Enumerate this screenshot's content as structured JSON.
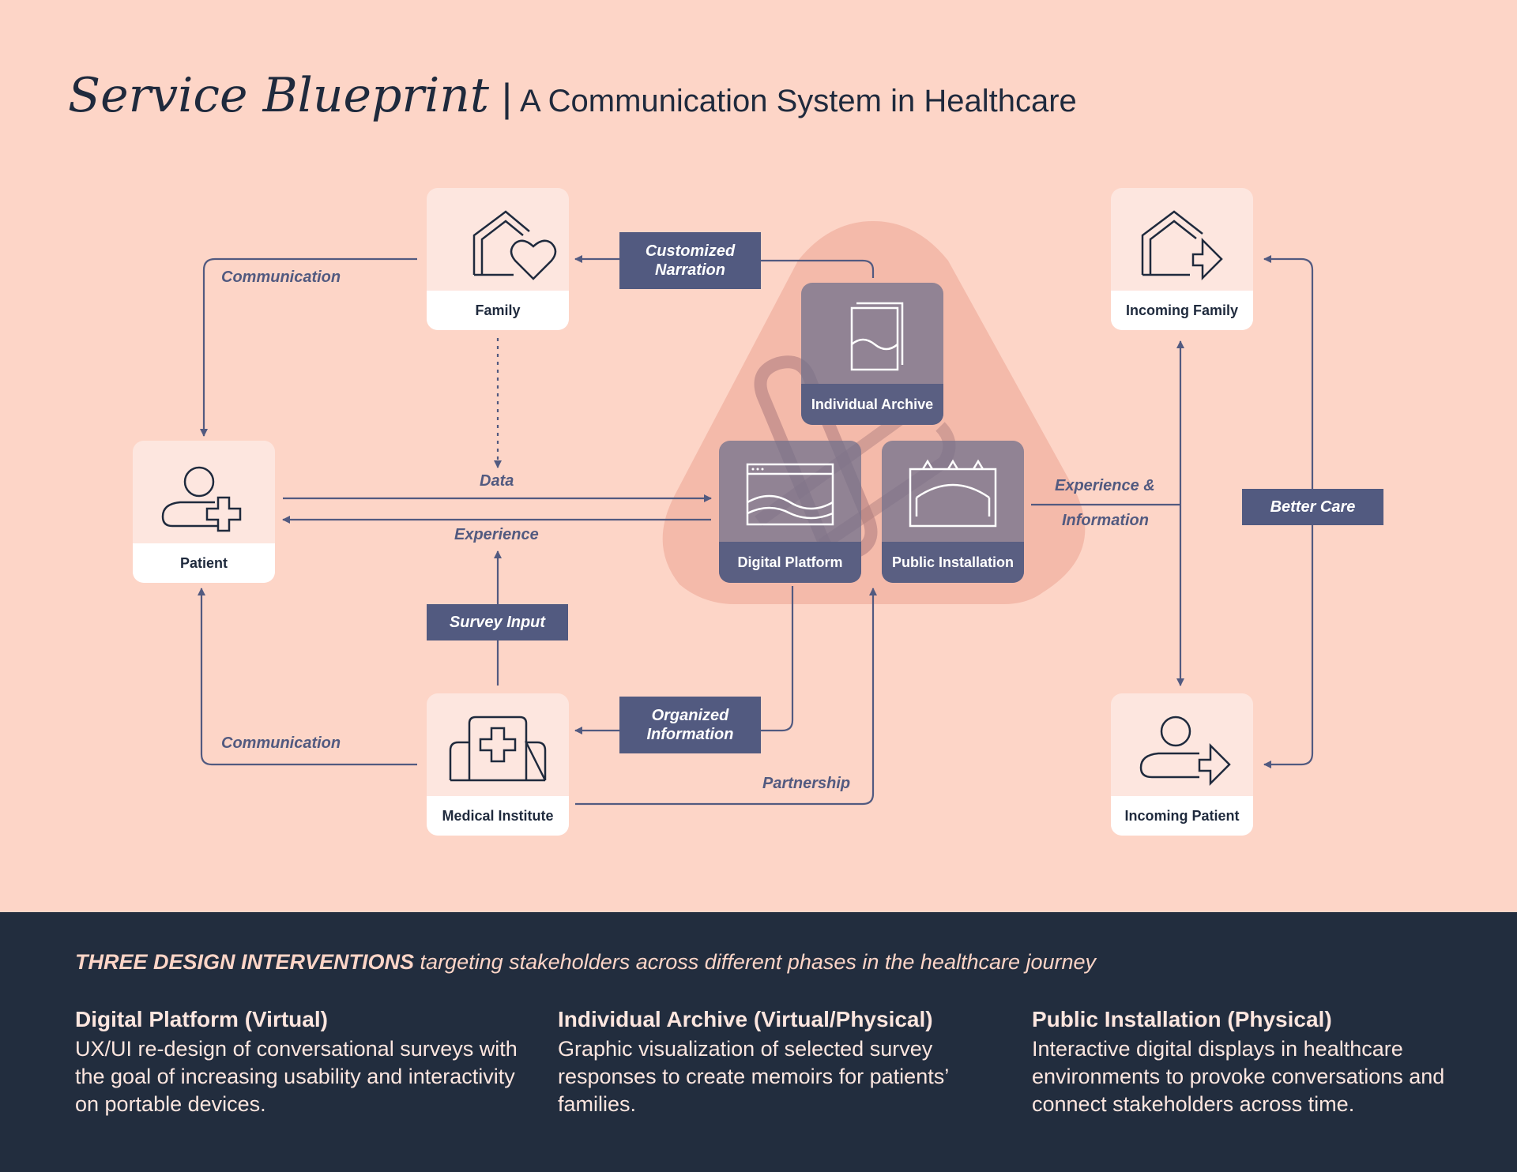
{
  "title": {
    "main": "Service Blueprint",
    "separator": "|",
    "subtitle": "A Communication System in Healthcare"
  },
  "nodes": {
    "family": "Family",
    "patient": "Patient",
    "medical": "Medical Institute",
    "incoming_family": "Incoming Family",
    "incoming_patient": "Incoming Patient",
    "archive": "Individual Archive",
    "digital": "Digital Platform",
    "public": "Public Installation"
  },
  "tags": {
    "narration": "Customized\nNarration",
    "survey": "Survey Input",
    "organized": "Organized\nInformation",
    "better_care": "Better Care"
  },
  "flows": {
    "comm_top": "Communication",
    "comm_bottom": "Communication",
    "data": "Data",
    "experience": "Experience",
    "exp_info_1": "Experience &",
    "exp_info_2": "Information",
    "partnership": "Partnership"
  },
  "footer": {
    "heading_strong": "THREE DESIGN INTERVENTIONS",
    "heading_rest": " targeting stakeholders across different phases in the healthcare journey",
    "columns": [
      {
        "title": "Digital Platform (Virtual)",
        "desc": "UX/UI re-design of conversational surveys with the goal of increasing usability and interactivity on portable devices."
      },
      {
        "title": "Individual Archive (Virtual/Physical)",
        "desc": "Graphic visualization of selected survey responses to create memoirs for patients’ families."
      },
      {
        "title": "Public Installation (Physical)",
        "desc": "Interactive digital displays in healthcare environments to provoke conversations and connect stakeholders across time."
      }
    ]
  },
  "colors": {
    "background": "#fdd5c7",
    "accent": "#525a80",
    "dark": "#222d3e"
  }
}
